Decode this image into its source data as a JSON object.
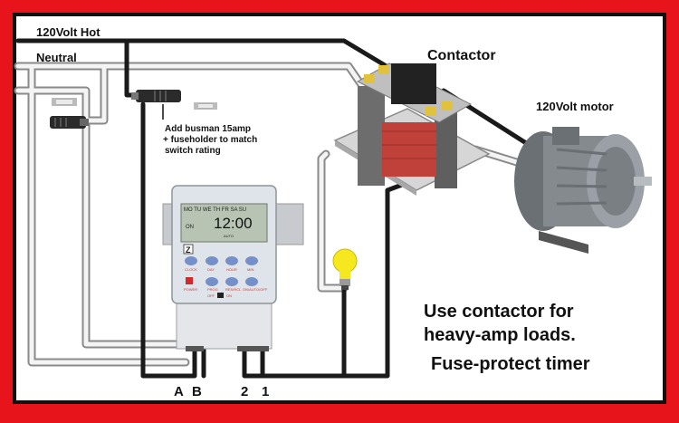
{
  "labels": {
    "hot": "120Volt Hot",
    "neutral": "Neutral",
    "contactor": "Contactor",
    "motor": "120Volt motor",
    "fuse_note_1": "Add busman 15amp",
    "fuse_note_2": "+ fuseholder to match",
    "fuse_note_3": "switch rating",
    "caption_1": "Use contactor for",
    "caption_2": "heavy-amp loads.",
    "caption_3": "Fuse-protect timer",
    "terminal_a": "A",
    "terminal_b": "B",
    "terminal_2": "2",
    "terminal_1": "1"
  },
  "timer": {
    "days": "MO TU WE TH FR SA SU",
    "time": "12:00",
    "on_label": "ON",
    "auto_label": "AUTO",
    "logo": "Z",
    "buttons": [
      "CLOCK",
      "DAY",
      "HOUR",
      "MIN"
    ],
    "buttons_row2": [
      "PROG",
      "RES/RCL",
      "ON/AUTO/OFF"
    ],
    "power_label": "POWER",
    "switch_labels": [
      "OFF",
      "ON"
    ]
  },
  "colors": {
    "frame_red": "#e8141c",
    "wire_black": "#1a1a1a",
    "wire_white": "#f4f4f4",
    "coil_copper": "#c0413a",
    "bulb_yellow": "#f5e81e"
  }
}
